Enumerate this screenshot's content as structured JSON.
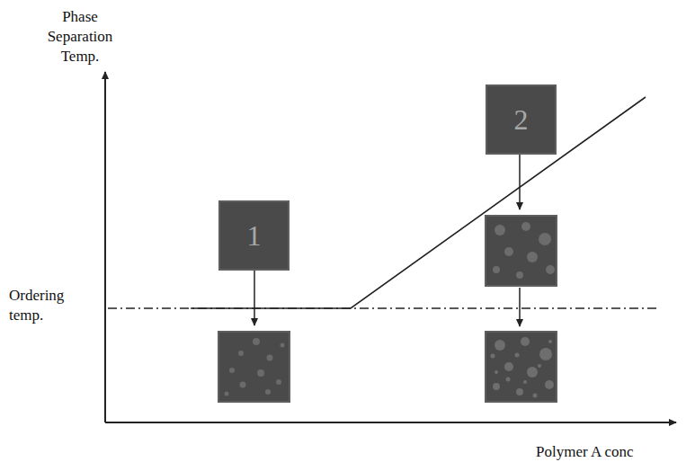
{
  "diagram": {
    "nodes": [
      {
        "text": [
          "1"
        ]
      },
      {
        "text": [
          "2"
        ]
      }
    ],
    "labels": [
      "Phase Separation Temp.",
      "Ordering temp.",
      "Polymer A conc"
    ]
  }
}
